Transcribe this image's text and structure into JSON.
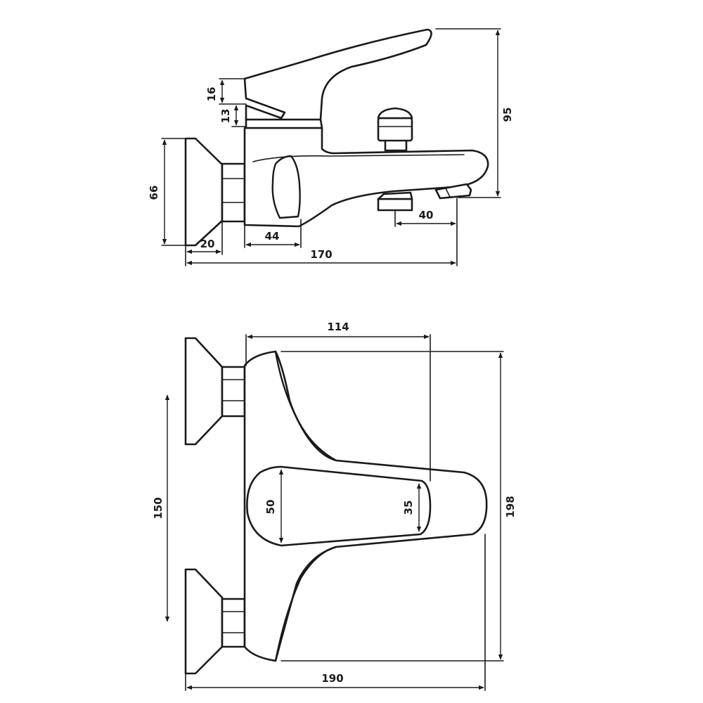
{
  "dimensions": {
    "side_view": {
      "lever_thickness": "16",
      "lever_gap": "13",
      "height_overall": "95",
      "flange_height": "66",
      "flange_depth": "20",
      "body_front": "44",
      "spout_outlet": "40",
      "depth_overall": "170"
    },
    "top_view": {
      "lever_reach": "114",
      "width_overall": "198",
      "connection_spacing": "150",
      "lever_width_back": "50",
      "lever_width_front": "35",
      "length_overall": "190"
    }
  },
  "colors": {
    "line": "#1a1a1a",
    "background": "#ffffff"
  }
}
